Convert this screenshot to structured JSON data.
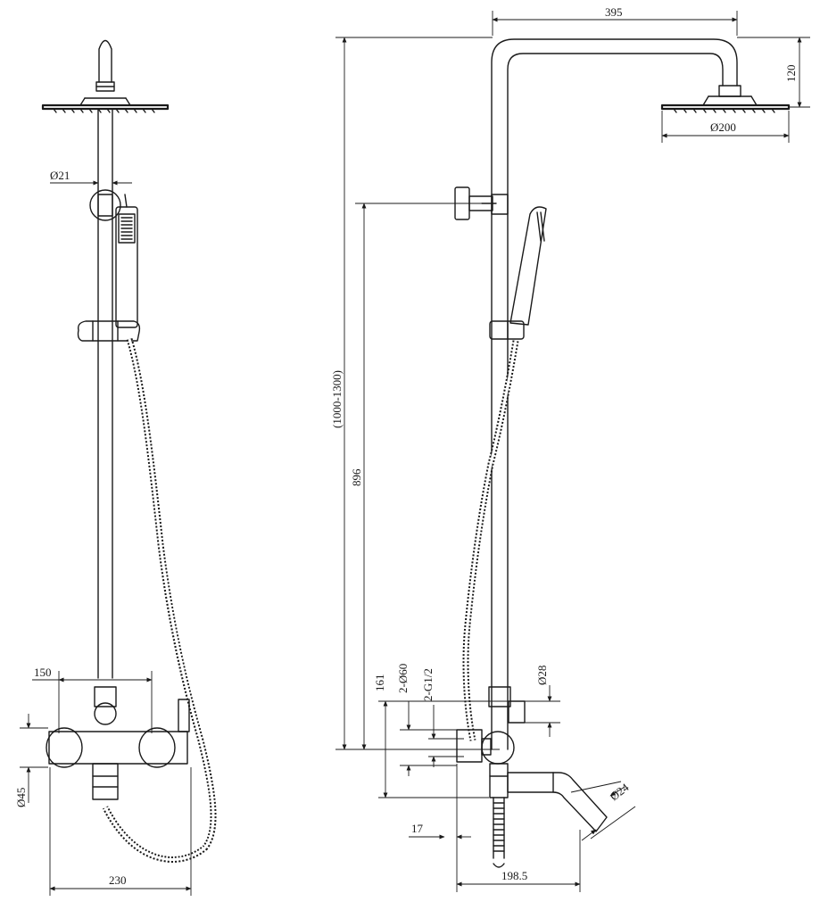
{
  "front_view": {
    "dims": {
      "pipe_diameter": "Ø21",
      "handle_spacing": "150",
      "body_diameter": "Ø45",
      "overall_width": "230"
    }
  },
  "side_view": {
    "dims": {
      "arm_length": "395",
      "head_drop": "120",
      "head_diameter": "Ø200",
      "total_height": "(1000-1300)",
      "bracket_height": "896",
      "inlet_height": "161",
      "inlet_diameter": "2-Ø60",
      "inlet_thread": "2-G1/2",
      "outlet_diameter": "Ø28",
      "spout_diameter": "Ø24",
      "inlet_offset": "17",
      "spout_reach": "198.5"
    }
  }
}
